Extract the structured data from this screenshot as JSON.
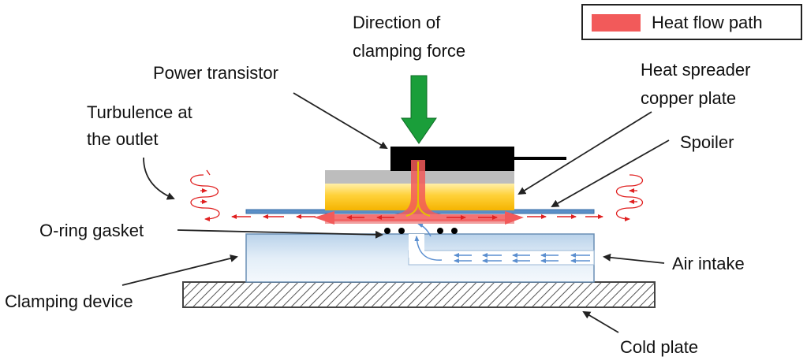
{
  "legend": {
    "label": "Heat flow path",
    "color": "#f25a5a"
  },
  "labels": {
    "direction_line1": "Direction of",
    "direction_line2": "clamping force",
    "power_transistor": "Power transistor",
    "heat_spreader_line1": "Heat spreader",
    "heat_spreader_line2": "copper plate",
    "spoiler": "Spoiler",
    "turbulence_line1": "Turbulence at",
    "turbulence_line2": "the outlet",
    "oring": "O-ring gasket",
    "air_intake": "Air intake",
    "clamping_device": "Clamping device",
    "cold_plate": "Cold plate"
  },
  "colors": {
    "clamp_arrow": "#1a9e3a",
    "transistor": "#000000",
    "gray_layer": "#bdbdbd",
    "copper_gradient_top": "#ffe680",
    "copper_gradient_bottom": "#f5b400",
    "spoiler": "#5a8fc7",
    "heat": "#f25a5a",
    "turbulence": "#e02020",
    "air": "#5b8fd0",
    "clamp_block_top": "#dbe8f5",
    "cold_plate_hatch": "#555555"
  },
  "icons": [
    "clamping-force-arrow",
    "turbulence-swirl-icon",
    "air-intake-arrow-icon",
    "heat-flow-arrow-icon",
    "oring-dot-icon"
  ]
}
